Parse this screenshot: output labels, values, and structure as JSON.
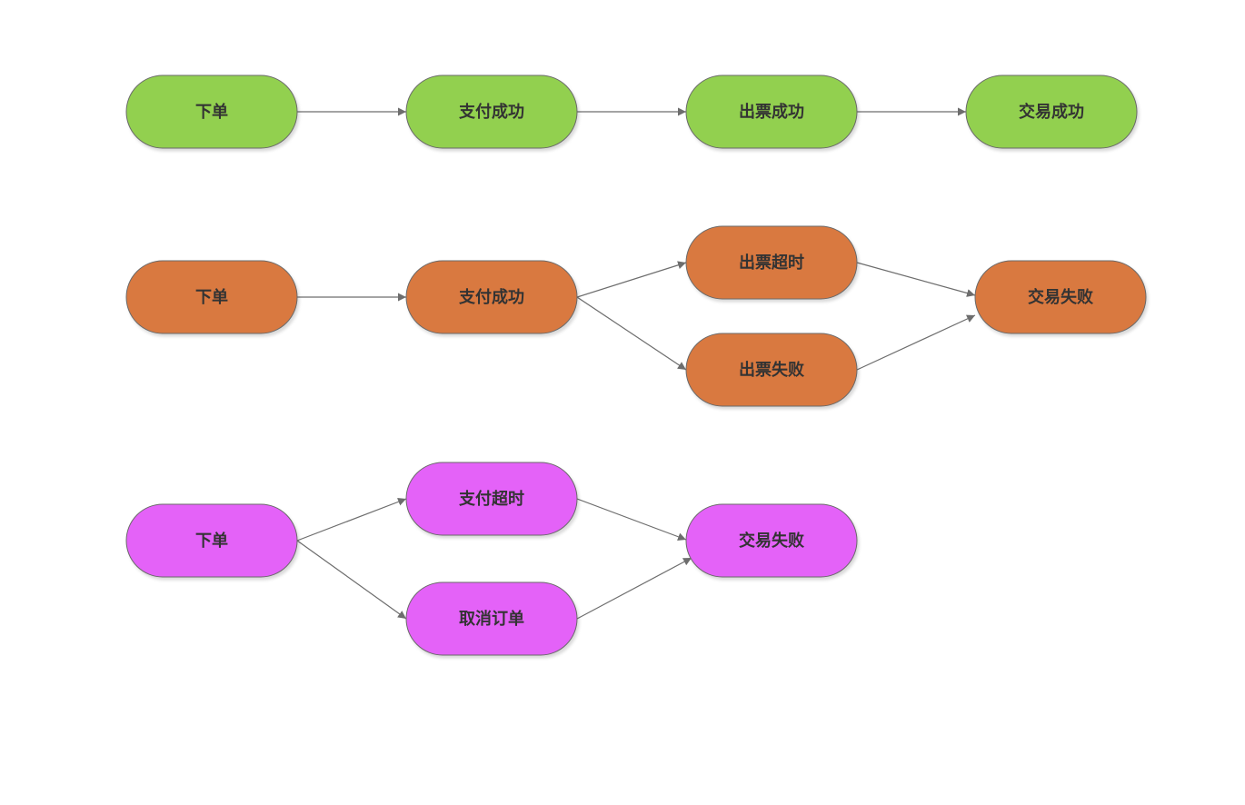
{
  "title": "Order state flow diagram",
  "colors": {
    "success": "#92d050",
    "failure": "#d97941",
    "cancel": "#e462f8",
    "edge": "#6d6d6d",
    "node_stroke": "#6a6a6a",
    "text": "#333333"
  },
  "flows": [
    {
      "name": "success-flow",
      "color_key": "success",
      "nodes": [
        {
          "id": "s1",
          "label": "下单"
        },
        {
          "id": "s2",
          "label": "支付成功"
        },
        {
          "id": "s3",
          "label": "出票成功"
        },
        {
          "id": "s4",
          "label": "交易成功"
        }
      ],
      "edges": [
        [
          "s1",
          "s2"
        ],
        [
          "s2",
          "s3"
        ],
        [
          "s3",
          "s4"
        ]
      ]
    },
    {
      "name": "ticket-failure-flow",
      "color_key": "failure",
      "nodes": [
        {
          "id": "f1",
          "label": "下单"
        },
        {
          "id": "f2",
          "label": "支付成功"
        },
        {
          "id": "f3",
          "label": "出票超时"
        },
        {
          "id": "f4",
          "label": "出票失败"
        },
        {
          "id": "f5",
          "label": "交易失败"
        }
      ],
      "edges": [
        [
          "f1",
          "f2"
        ],
        [
          "f2",
          "f3"
        ],
        [
          "f2",
          "f4"
        ],
        [
          "f3",
          "f5"
        ],
        [
          "f4",
          "f5"
        ]
      ]
    },
    {
      "name": "payment-failure-flow",
      "color_key": "cancel",
      "nodes": [
        {
          "id": "p1",
          "label": "下单"
        },
        {
          "id": "p2",
          "label": "支付超时"
        },
        {
          "id": "p3",
          "label": "取消订单"
        },
        {
          "id": "p4",
          "label": "交易失败"
        }
      ],
      "edges": [
        [
          "p1",
          "p2"
        ],
        [
          "p1",
          "p3"
        ],
        [
          "p2",
          "p4"
        ],
        [
          "p3",
          "p4"
        ]
      ]
    }
  ]
}
